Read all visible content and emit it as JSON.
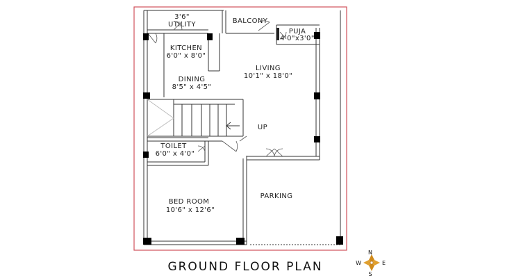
{
  "plan": {
    "title": "GROUND FLOOR PLAN",
    "rooms": {
      "utility": {
        "dim": "3'6\"",
        "name": "UTILITY"
      },
      "balcony": {
        "name": "BALCONY"
      },
      "puja": {
        "name": "PUJA",
        "dim": "4'0\"x3'0\""
      },
      "kitchen": {
        "name": "KITCHEN",
        "dim": "6'0\" x 8'0\""
      },
      "living": {
        "name": "LIVING",
        "dim": "10'1\" x 18'0\""
      },
      "dining": {
        "name": "DINING",
        "dim": "8'5\" x 4'5\""
      },
      "stair": {
        "label": "UP"
      },
      "toilet": {
        "name": "TOILET",
        "dim": "6'0\" x 4'0\""
      },
      "bedroom": {
        "name": "BED ROOM",
        "dim": "10'6\" x 12'6\""
      },
      "parking": {
        "name": "PARKING"
      }
    },
    "compass": {
      "n": "N",
      "s": "S",
      "e": "E",
      "w": "W"
    }
  },
  "colors": {
    "border": "#d0505a",
    "wall": "#333333",
    "column": "#000000",
    "compass": "#d08a1a"
  }
}
